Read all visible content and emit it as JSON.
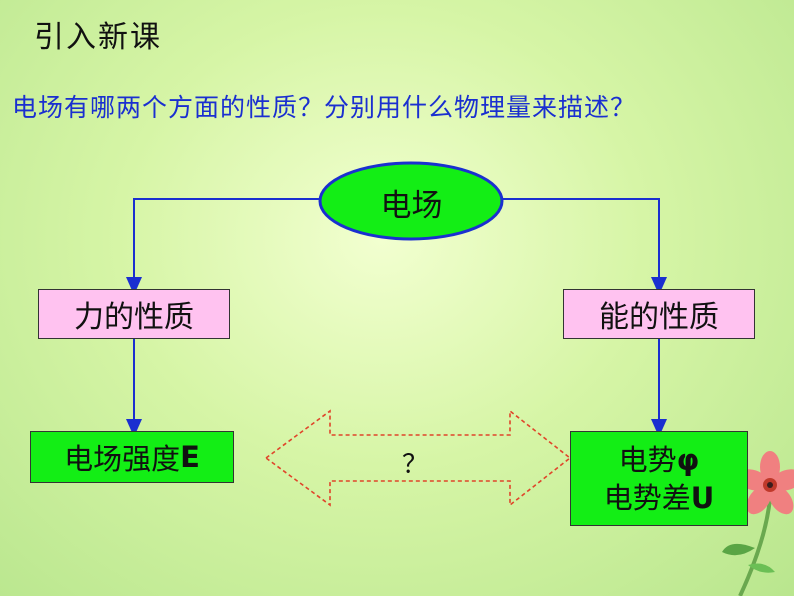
{
  "title": "引入新课",
  "question": "电场有哪两个方面的性质？分别用什么物理量来描述？",
  "diagram": {
    "root": "电场",
    "left_property": "力的性质",
    "right_property": "能的性质",
    "left_quantity": "电场强度",
    "left_quantity_symbol": "E",
    "right_quantity_line1": "电势",
    "right_quantity_line1_symbol": "φ",
    "right_quantity_line2": "电势差",
    "right_quantity_line2_symbol": "U",
    "relation_mark": "？"
  },
  "colors": {
    "question_text": "#1a2fd0",
    "connector": "#1a2fd0",
    "ellipse_fill": "#13ee15",
    "ellipse_stroke": "#1a2fd0",
    "property_box": "#ffc2f0",
    "quantity_box": "#13ee15",
    "double_arrow_outline": "#e0442a"
  },
  "icons": [
    "flower-icon"
  ]
}
